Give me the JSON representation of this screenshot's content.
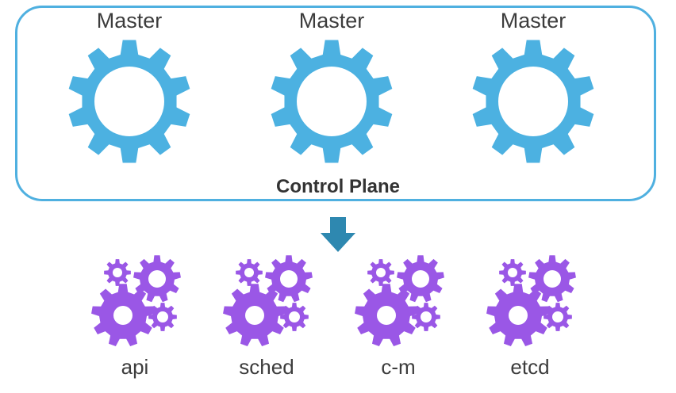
{
  "control_plane": {
    "label": "Control Plane",
    "masters": [
      {
        "label": "Master",
        "icon": "gear-icon"
      },
      {
        "label": "Master",
        "icon": "gear-icon"
      },
      {
        "label": "Master",
        "icon": "gear-icon"
      }
    ]
  },
  "arrow": {
    "icon": "arrow-down-icon"
  },
  "components": [
    {
      "label": "api",
      "icon": "gears-icon"
    },
    {
      "label": "sched",
      "icon": "gears-icon"
    },
    {
      "label": "c-m",
      "icon": "gears-icon"
    },
    {
      "label": "etcd",
      "icon": "gears-icon"
    }
  ],
  "colors": {
    "master_gear": "#4cb1e1",
    "border": "#4fb0e0",
    "component_gears": "#9a57e6",
    "arrow": "#2e88b0"
  }
}
